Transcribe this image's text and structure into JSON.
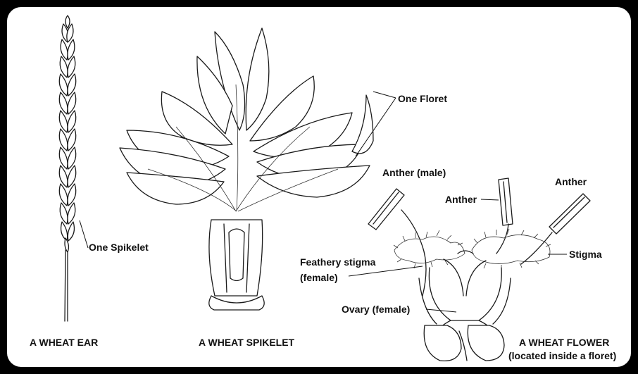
{
  "labels": {
    "one_floret": "One Floret",
    "anther_male": "Anther (male)",
    "anther_mid": "Anther",
    "anther_right": "Anther",
    "one_spikelet": "One Spikelet",
    "feathery_stigma_1": "Feathery stigma",
    "feathery_stigma_2": "(female)",
    "stigma": "Stigma",
    "ovary": "Ovary (female)"
  },
  "captions": {
    "wheat_ear": "A WHEAT EAR",
    "wheat_spikelet": "A WHEAT SPIKELET",
    "wheat_flower_1": "A WHEAT FLOWER",
    "wheat_flower_2": "(located inside a floret)"
  },
  "colors": {
    "frame": "#000000",
    "paper": "#ffffff",
    "ink": "#1a1a1a"
  }
}
